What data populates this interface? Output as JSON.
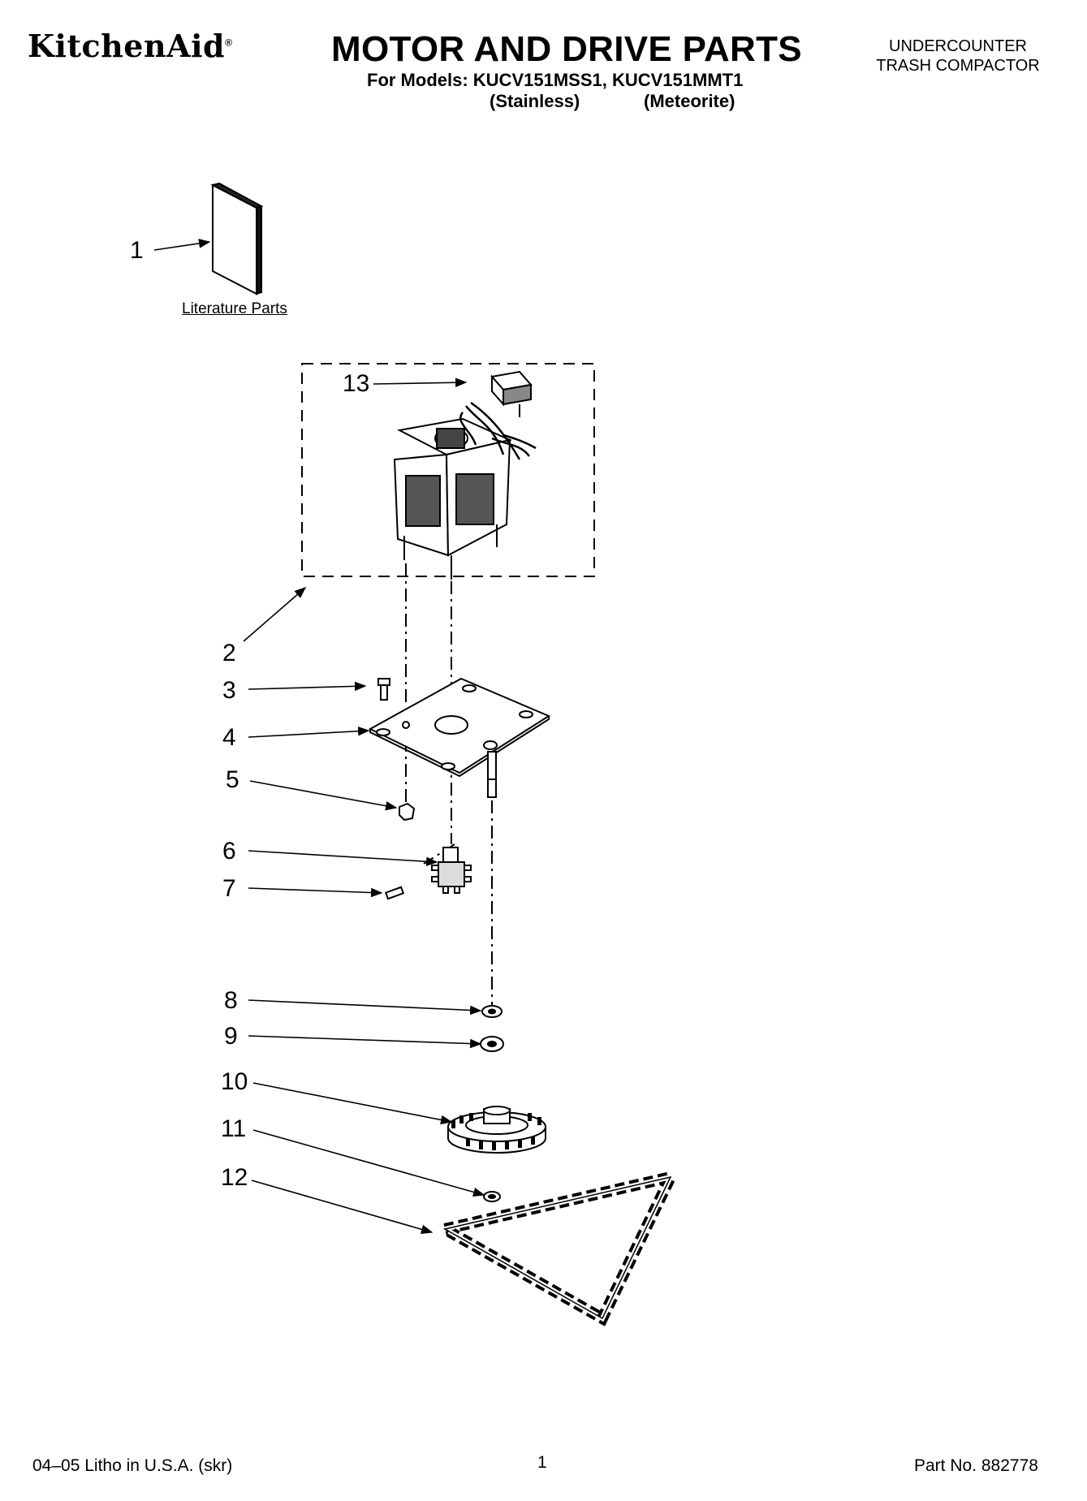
{
  "header": {
    "brand": "KitchenAid",
    "brand_mark": "®",
    "title": "MOTOR AND DRIVE PARTS",
    "models_line": "For Models: KUCV151MSS1, KUCV151MMT1",
    "finish_1": "(Stainless)",
    "finish_2": "(Meteorite)",
    "product_line_1": "UNDERCOUNTER",
    "product_line_2": "TRASH COMPACTOR"
  },
  "diagram": {
    "literature_label": "Literature Parts",
    "callouts": [
      "1",
      "2",
      "3",
      "4",
      "5",
      "6",
      "7",
      "8",
      "9",
      "10",
      "11",
      "12",
      "13"
    ]
  },
  "footer": {
    "litho": "04–05 Litho in U.S.A. (skr)",
    "page_number": "1",
    "part_number": "Part No. 882778"
  }
}
